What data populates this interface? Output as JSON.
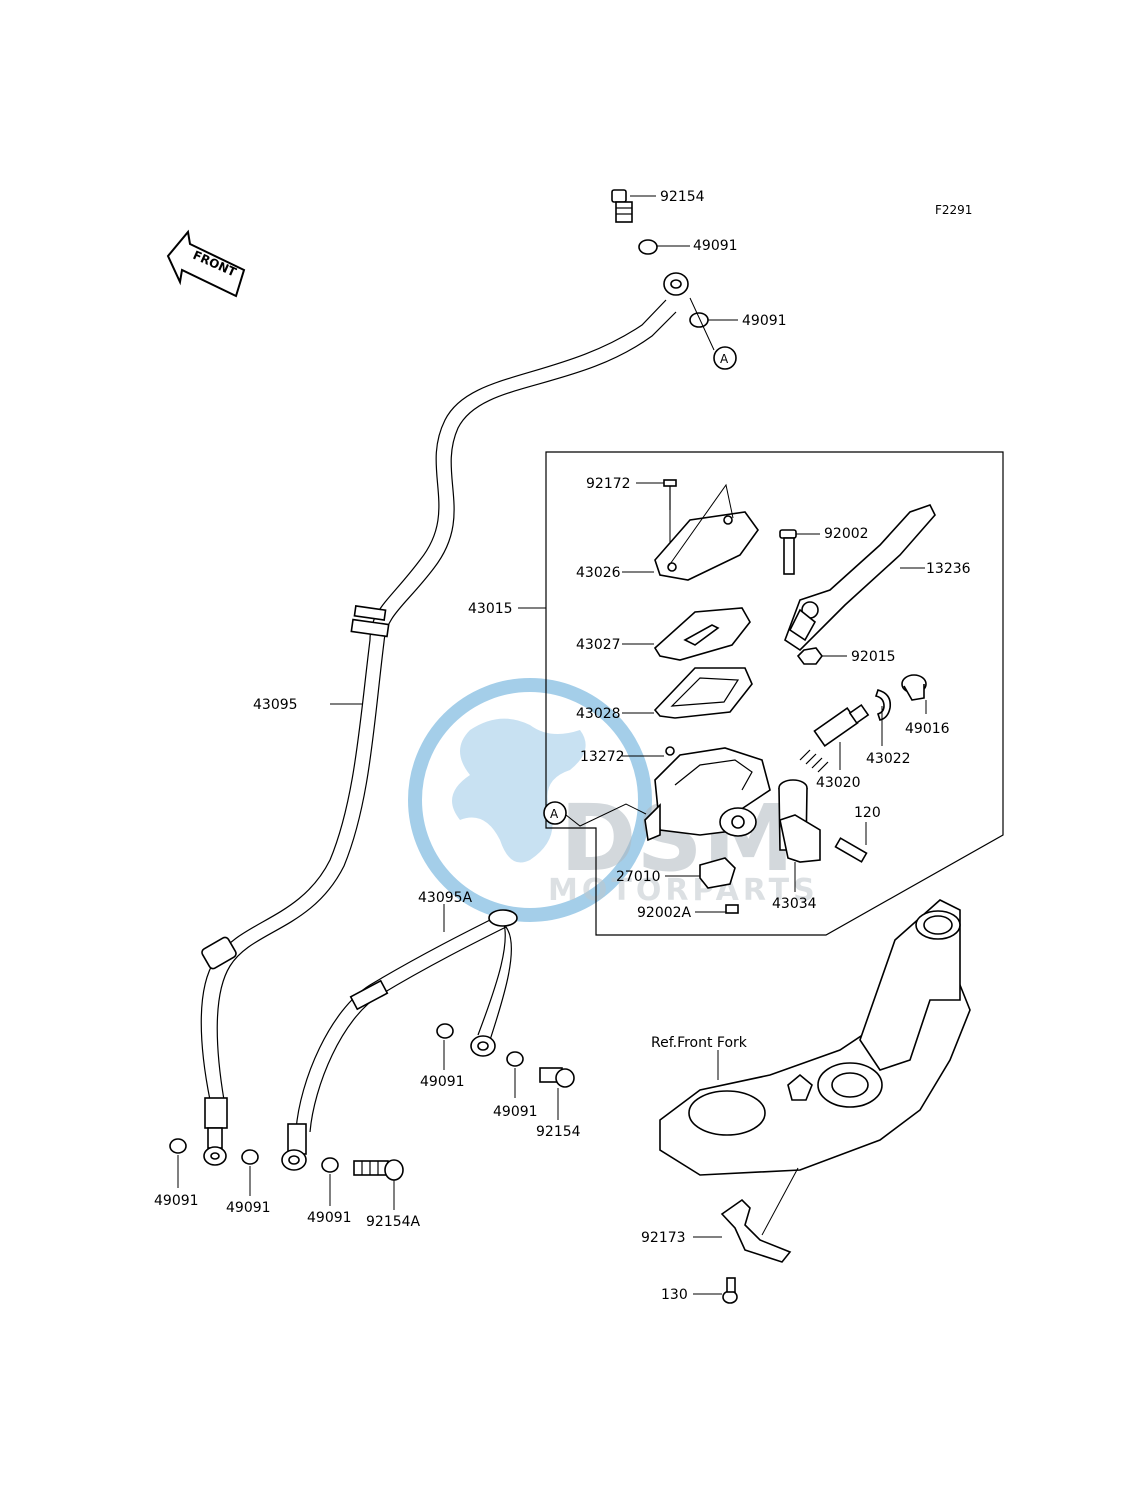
{
  "figure_code": "F2291",
  "front_arrow_label": "FRONT",
  "reference_label": "Ref.Front Fork",
  "callout_marker": "A",
  "watermark": {
    "brand": "DSM",
    "sub": "MOTORPARTS",
    "color": "#5aa7d8"
  },
  "parts": {
    "p92154_top": "92154",
    "p49091_a": "49091",
    "p49091_b": "49091",
    "p92172": "92172",
    "p92002": "92002",
    "p43026": "43026",
    "p13236": "13236",
    "p43015": "43015",
    "p43027": "43027",
    "p92015": "92015",
    "p49016": "49016",
    "p43028": "43028",
    "p43022": "43022",
    "p13272": "13272",
    "p43020": "43020",
    "p120": "120",
    "p43095": "43095",
    "p27010": "27010",
    "p43034": "43034",
    "p92002A": "92002A",
    "p43095A": "43095A",
    "p49091_c": "49091",
    "p49091_d": "49091",
    "p92154_mid": "92154",
    "p49091_e": "49091",
    "p49091_f": "49091",
    "p49091_g": "49091",
    "p92154A": "92154A",
    "p92173": "92173",
    "p130": "130"
  }
}
